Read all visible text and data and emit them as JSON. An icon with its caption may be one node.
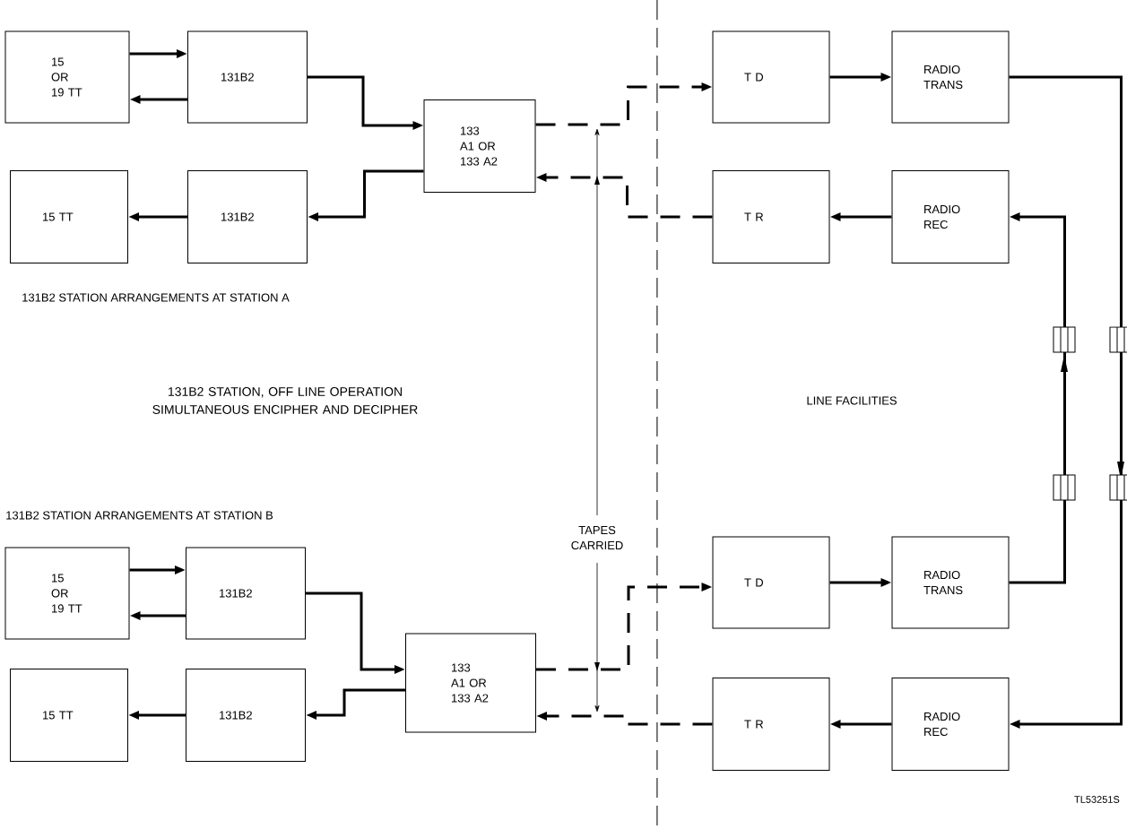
{
  "diagram": {
    "title": "131B2 STATION, OFF LINE OPERATION SIMULTANEOUS ENCIPHER AND DECIPHER",
    "nodes": [
      {
        "text": [
          "15 OR 19 TT"
        ]
      },
      {
        "text": [
          "131B2"
        ]
      },
      {
        "text": [
          "133 A1 OR 133 A2"
        ]
      },
      {
        "text": [
          "15 TT"
        ]
      },
      {
        "text": [
          "131B2"
        ]
      },
      {
        "text": [
          "T D"
        ]
      },
      {
        "text": [
          "RADIO TRANS"
        ]
      },
      {
        "text": [
          "T R"
        ]
      },
      {
        "text": [
          "RADIO REC"
        ]
      },
      {
        "text": [
          "15 OR 19 TT"
        ]
      },
      {
        "text": [
          "131B2"
        ]
      },
      {
        "text": [
          "133 A1 OR 133 A2"
        ]
      },
      {
        "text": [
          "15 TT"
        ]
      },
      {
        "text": [
          "131B2"
        ]
      },
      {
        "text": [
          "T D"
        ]
      },
      {
        "text": [
          "RADIO TRANS"
        ]
      },
      {
        "text": [
          "T R"
        ]
      },
      {
        "text": [
          "RADIO REC"
        ]
      }
    ],
    "edges": [
      {
        "from": 0,
        "to": 1,
        "arrow": "to"
      },
      {
        "from": 1,
        "to": 0,
        "arrow": "to"
      },
      {
        "from": 1,
        "to": 2,
        "arrow": "to"
      },
      {
        "from": 2,
        "to": 4,
        "arrow": "to"
      },
      {
        "from": 4,
        "to": 3,
        "arrow": "to"
      },
      {
        "from": 2,
        "to": 5,
        "arrow": "to",
        "style": "dashed"
      },
      {
        "from": 7,
        "to": 2,
        "arrow": "to",
        "style": "dashed"
      },
      {
        "from": 5,
        "to": 6,
        "arrow": "to"
      },
      {
        "from": 8,
        "to": 7,
        "arrow": "to"
      },
      {
        "from": 9,
        "to": 10,
        "arrow": "to"
      },
      {
        "from": 10,
        "to": 9,
        "arrow": "to"
      },
      {
        "from": 10,
        "to": 11,
        "arrow": "to"
      },
      {
        "from": 11,
        "to": 13,
        "arrow": "to"
      },
      {
        "from": 13,
        "to": 12,
        "arrow": "to"
      },
      {
        "from": 11,
        "to": 14,
        "arrow": "to",
        "style": "dashed"
      },
      {
        "from": 16,
        "to": 11,
        "arrow": "to",
        "style": "dashed"
      },
      {
        "from": 14,
        "to": 15,
        "arrow": "to"
      },
      {
        "from": 17,
        "to": 16,
        "arrow": "to"
      },
      {
        "from": 6,
        "to": 17,
        "arrow": "to"
      },
      {
        "from": 15,
        "to": 8,
        "arrow": "to"
      }
    ],
    "labels": [
      "131B2 STATION ARRANGEMENTS AT STATION A",
      "LINE FACILITIES",
      "131B2 STATION ARRANGEMENTS AT STATION B",
      "TAPES CARRIED",
      "TL53251S"
    ]
  }
}
